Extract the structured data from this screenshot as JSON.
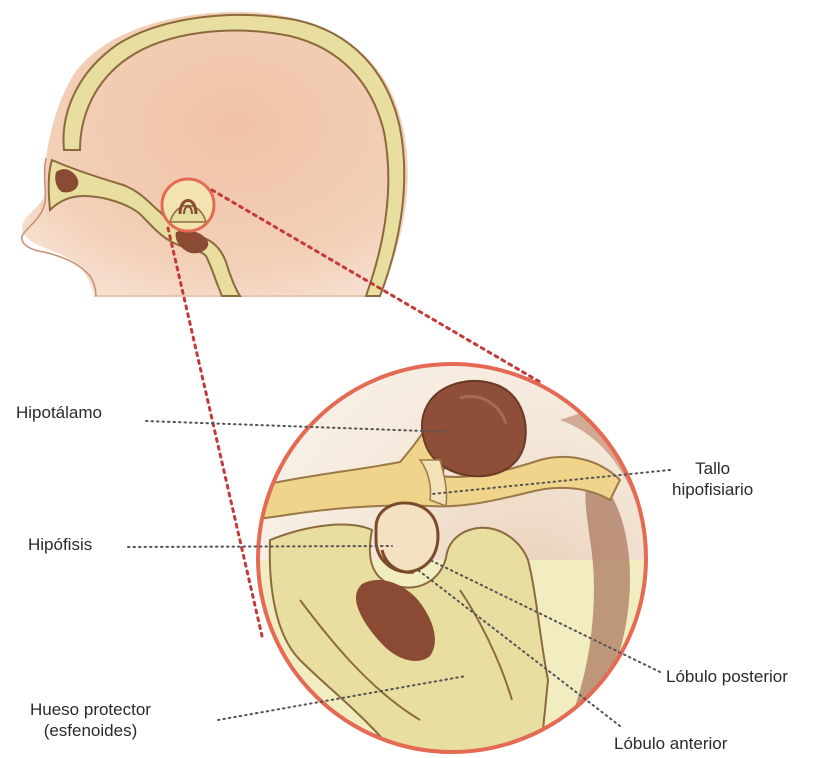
{
  "labels": {
    "hipotalamo": "Hipotálamo",
    "tallo_line1": "Tallo",
    "tallo_line2": "hipofisiario",
    "hipofisis": "Hipófisis",
    "lobulo_posterior": "Lóbulo posterior",
    "hueso_line1": "Hueso protector",
    "hueso_line2": "(esfenoides)",
    "lobulo_anterior": "Lóbulo anterior"
  },
  "colors": {
    "skin": "#efc1a3",
    "bone": "#e7dea0",
    "outline": "#8d6a3e",
    "dark_tissue": "#8a4a33",
    "highlight_circle": "#e46a54",
    "leader_red": "#c33a3a",
    "leader_gray": "#555555"
  }
}
